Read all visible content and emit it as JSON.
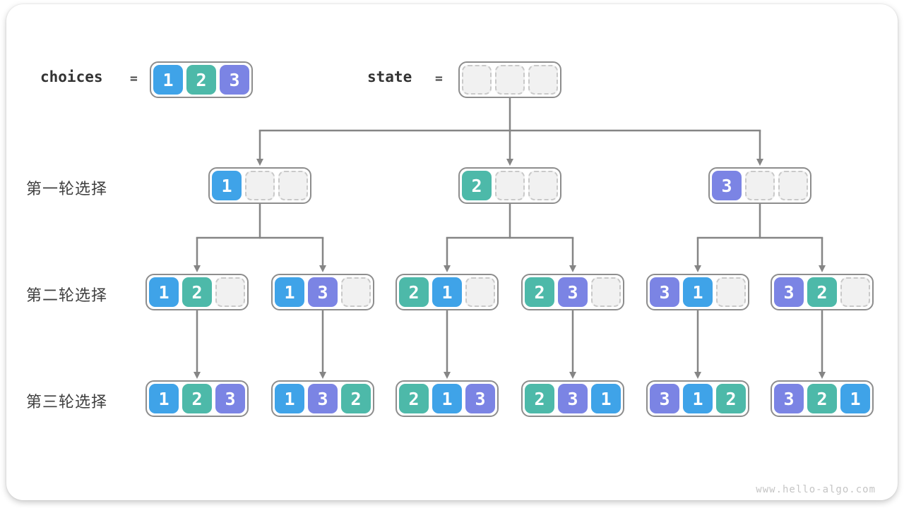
{
  "header": {
    "choices_label": "choices",
    "choices_equals": "=",
    "state_label": "state",
    "state_equals": "="
  },
  "row_labels": [
    "第一轮选择",
    "第二轮选择",
    "第三轮选择"
  ],
  "colors": {
    "1": "#3fa3e8",
    "2": "#4db9a9",
    "3": "#7b84e4",
    "empty_fill": "#f1f1f1",
    "empty_border": "#c9c9c9",
    "box_border": "#8d8d8d",
    "arrow": "#858585"
  },
  "nodes": {
    "choices": [
      1,
      2,
      3
    ],
    "state": [
      null,
      null,
      null
    ],
    "level1": [
      [
        1,
        null,
        null
      ],
      [
        2,
        null,
        null
      ],
      [
        3,
        null,
        null
      ]
    ],
    "level2": [
      [
        1,
        2,
        null
      ],
      [
        1,
        3,
        null
      ],
      [
        2,
        1,
        null
      ],
      [
        2,
        3,
        null
      ],
      [
        3,
        1,
        null
      ],
      [
        3,
        2,
        null
      ]
    ],
    "level3": [
      [
        1,
        2,
        3
      ],
      [
        1,
        3,
        2
      ],
      [
        2,
        1,
        3
      ],
      [
        2,
        3,
        1
      ],
      [
        3,
        1,
        2
      ],
      [
        3,
        2,
        1
      ]
    ]
  },
  "watermark": "www.hello-algo.com"
}
